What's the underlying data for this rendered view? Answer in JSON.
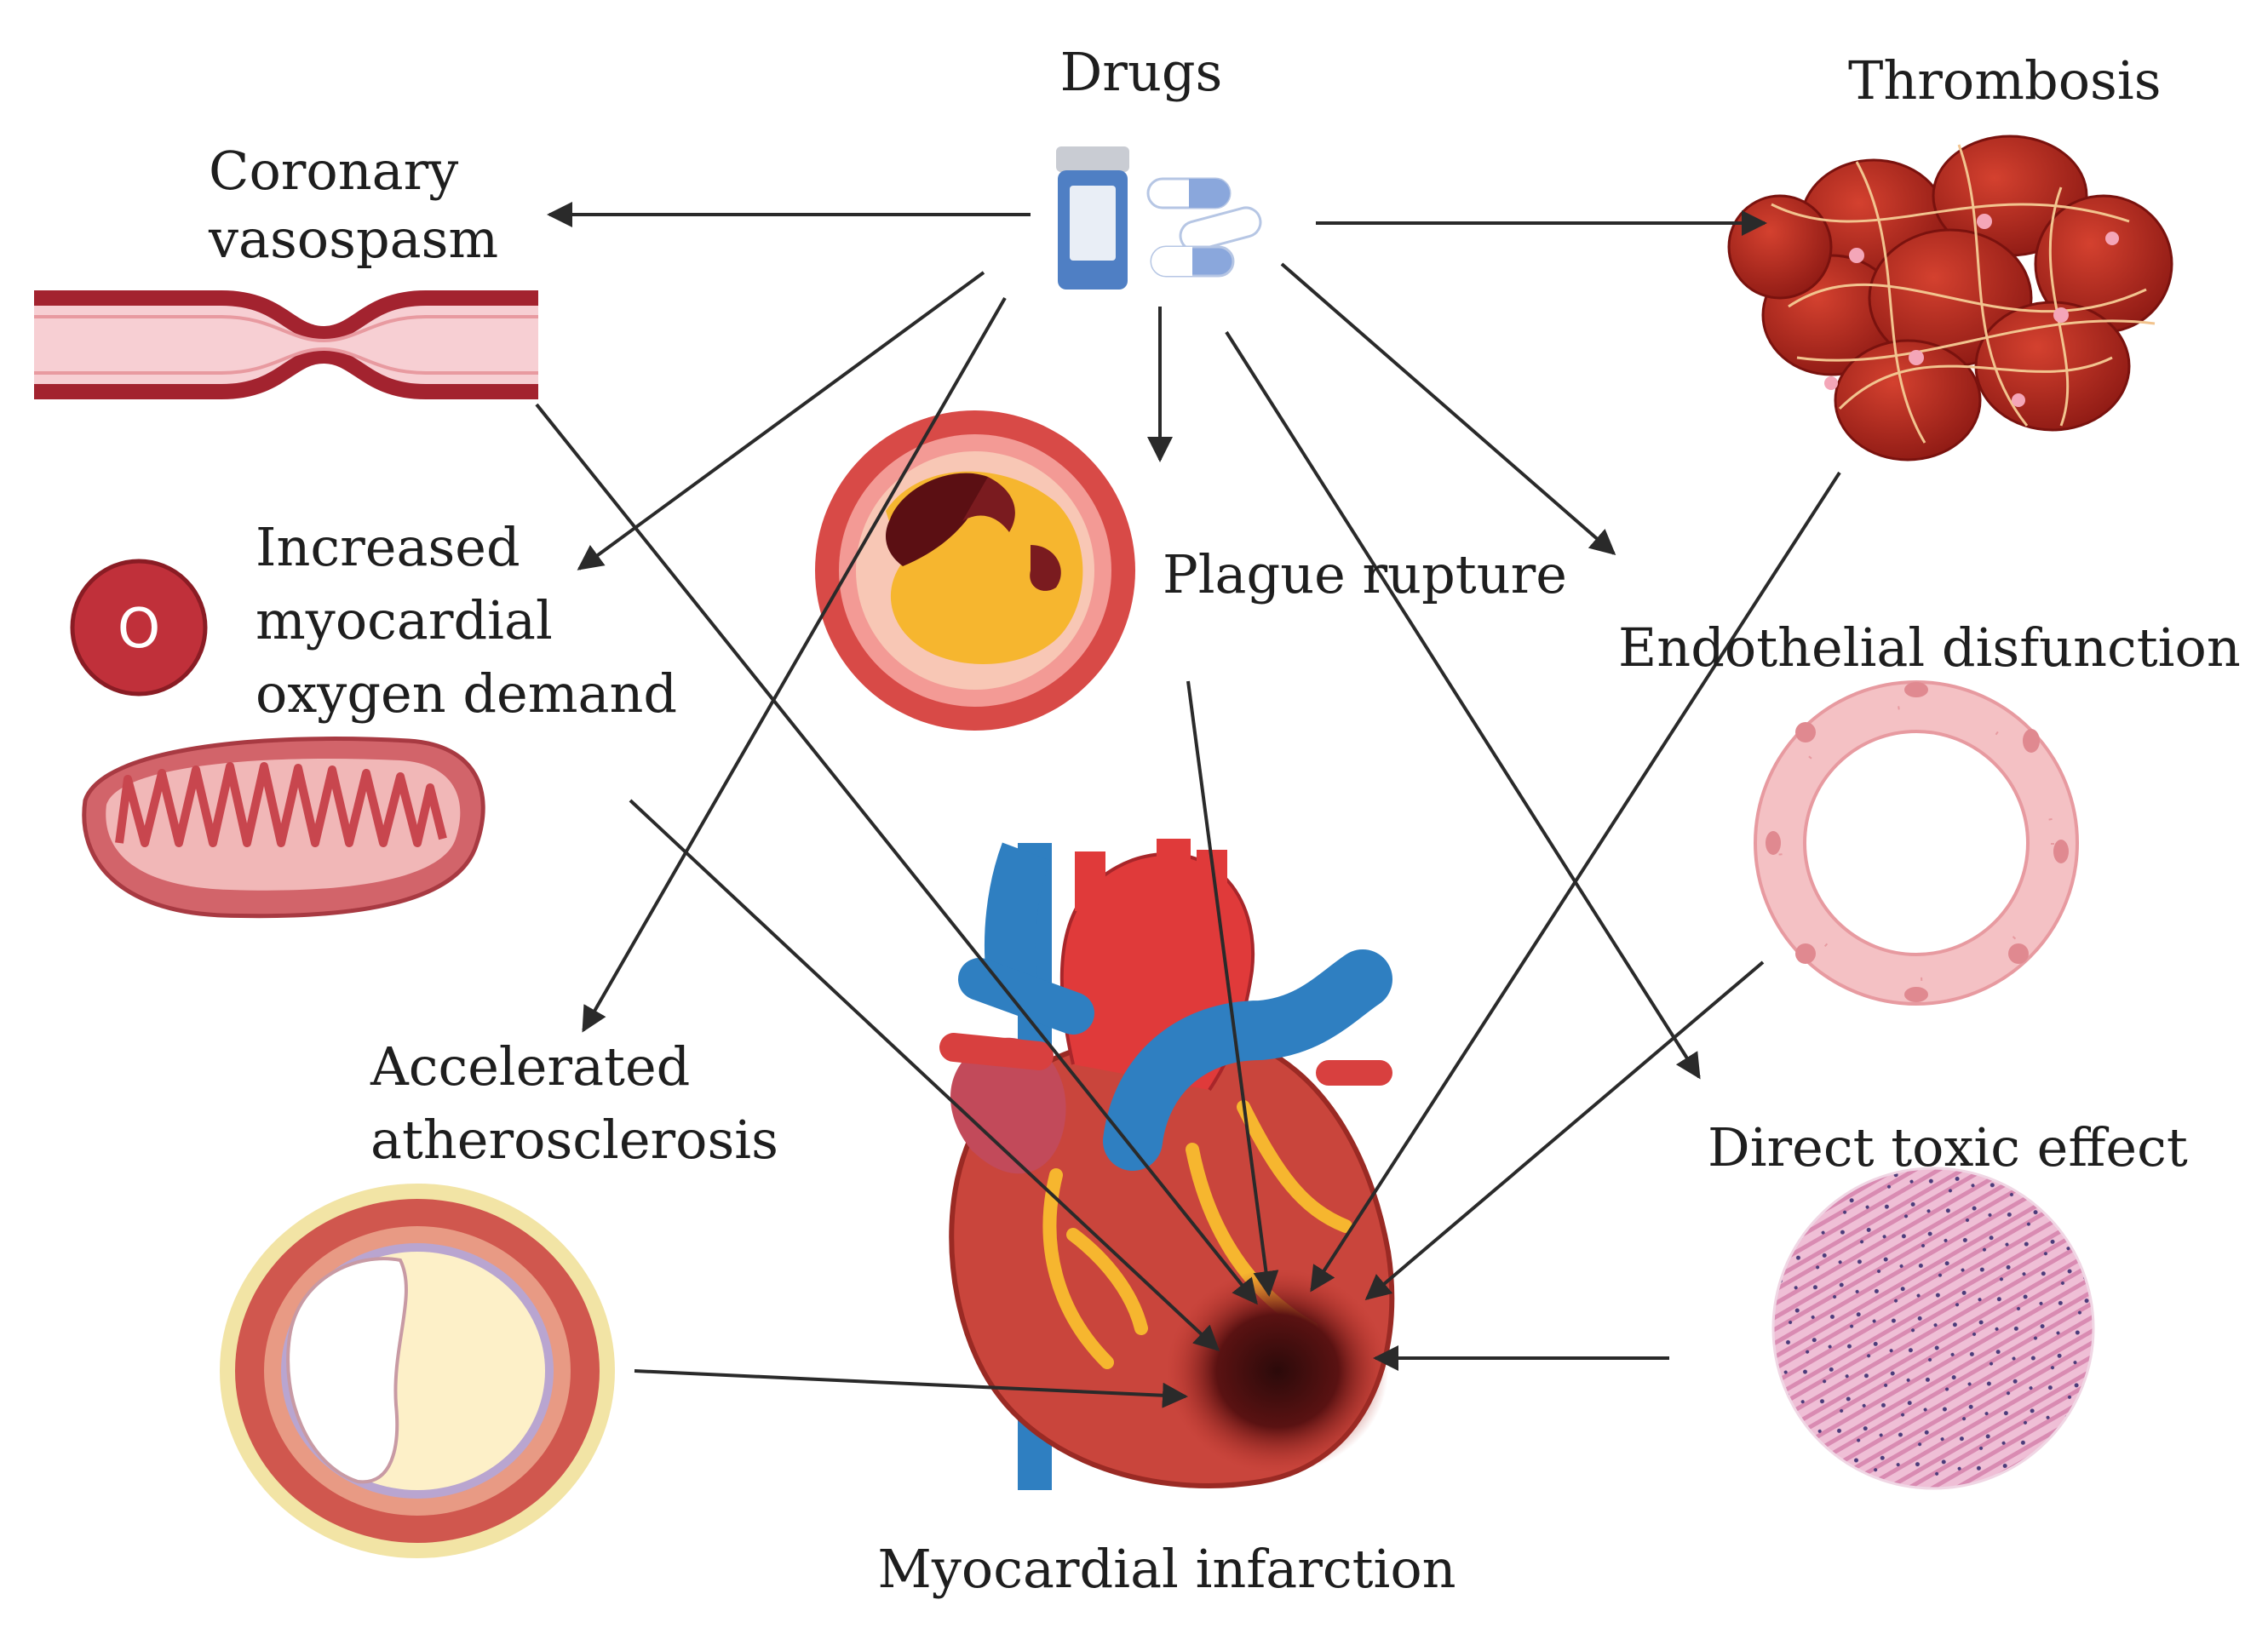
{
  "labels": {
    "drugs": "Drugs",
    "thrombosis": "Thrombosis",
    "coronary_line1": "Coronary",
    "coronary_line2": "vasospasm",
    "increased_line1": "Increased",
    "increased_line2": "myocardial",
    "increased_line3": "oxygen demand",
    "plaque": "Plague rupture",
    "endothelial": "Endothelial disfunction",
    "accelerated_line1": "Accelerated",
    "accelerated_line2": "atherosclerosis",
    "direct": "Direct toxic effect",
    "myocardial_infarction": "Myocardial infarction"
  },
  "oxygen_symbol": "O",
  "colors": {
    "vessel_red": "#a3232f",
    "vessel_light": "#f6cdd0",
    "artery_red": "#d8403f",
    "vein_blue": "#2f7fc1",
    "plaque_yellow": "#f7b733",
    "clot_red": "#b8281f",
    "tissue_pink": "#e9a6c4",
    "arrow": "#2a2a2a"
  }
}
